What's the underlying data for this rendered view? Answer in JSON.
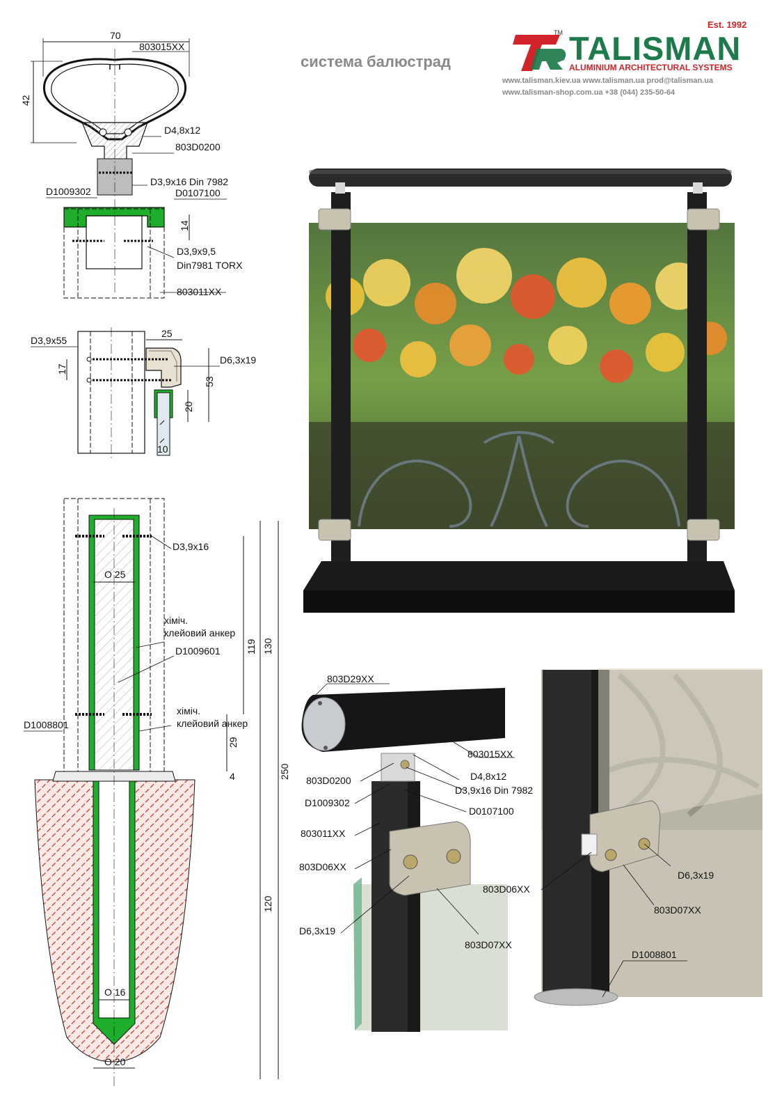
{
  "header": {
    "system_title": "система балюстрад",
    "brand": "TALISMAN",
    "tm": "TM",
    "est": "Est. 1992",
    "subtitle": "ALUMINIUM ARCHITECTURAL SYSTEMS",
    "contact_line1": "www.talisman.kiev.ua  www.talisman.ua prod@talisman.ua",
    "contact_line2": "www.talisman-shop.com.ua      +38 (044) 235-50-64"
  },
  "colors": {
    "brand_green": "#1d7a4a",
    "brand_red": "#d2232a",
    "part_green": "#1fae2c",
    "concrete_red": "#c0392b",
    "post_dark": "#1e1e1e",
    "clamp_aluminium": "#c9c2b0"
  },
  "drawing1": {
    "dim_width": "70",
    "dim_height": "42",
    "dim_14": "14",
    "labels": {
      "handrail": "803015XX",
      "screw_d48": "D4,8x12",
      "adapter": "803D0200",
      "screw_d39_16": "D3,9x16  Din 7982",
      "cap_left": "D1009302",
      "cap_right": "D0107100",
      "screw_d39_95_a": "D3,9x9,5",
      "screw_d39_95_b": "Din7981 TORX",
      "post": "803011XX"
    }
  },
  "drawing2": {
    "dim_25": "25",
    "dim_17": "17",
    "dim_53": "53",
    "dim_20": "20",
    "dim_10": "10",
    "labels": {
      "screw_d39_55": "D3,9x55",
      "screw_d63_19": "D6,3x19"
    }
  },
  "drawing3": {
    "dim_o25": "O 25",
    "dim_o16": "O 16",
    "dim_o20": "O 20",
    "dim_119": "119",
    "dim_130": "130",
    "dim_29": "29",
    "dim_4": "4",
    "dim_250": "250",
    "dim_120": "120",
    "labels": {
      "screw": "D3,9x16",
      "anchor1_a": "хіміч.",
      "anchor1_b": "клейовий анкер",
      "rod": "D1009601",
      "anchor2_a": "хіміч.",
      "anchor2_b": "клейовий анкер",
      "flange": "D1008801"
    }
  },
  "photo_detail1": {
    "labels": {
      "end_cap": "803D29XX",
      "handrail": "803015XX",
      "screw_d48": "D4,8x12",
      "adapter": "803D0200",
      "screw_d39": "D3,9x16  Din 7982",
      "cap_left": "D1009302",
      "cap_right": "D0107100",
      "post": "803011XX",
      "clamp_base": "803D06XX",
      "screw_d63": "D6,3x19",
      "clamp_cover": "803D07XX"
    }
  },
  "photo_detail2": {
    "labels": {
      "clamp_base": "803D06XX",
      "screw_d63": "D6,3x19",
      "clamp_cover": "803D07XX",
      "flange": "D1008801"
    }
  }
}
